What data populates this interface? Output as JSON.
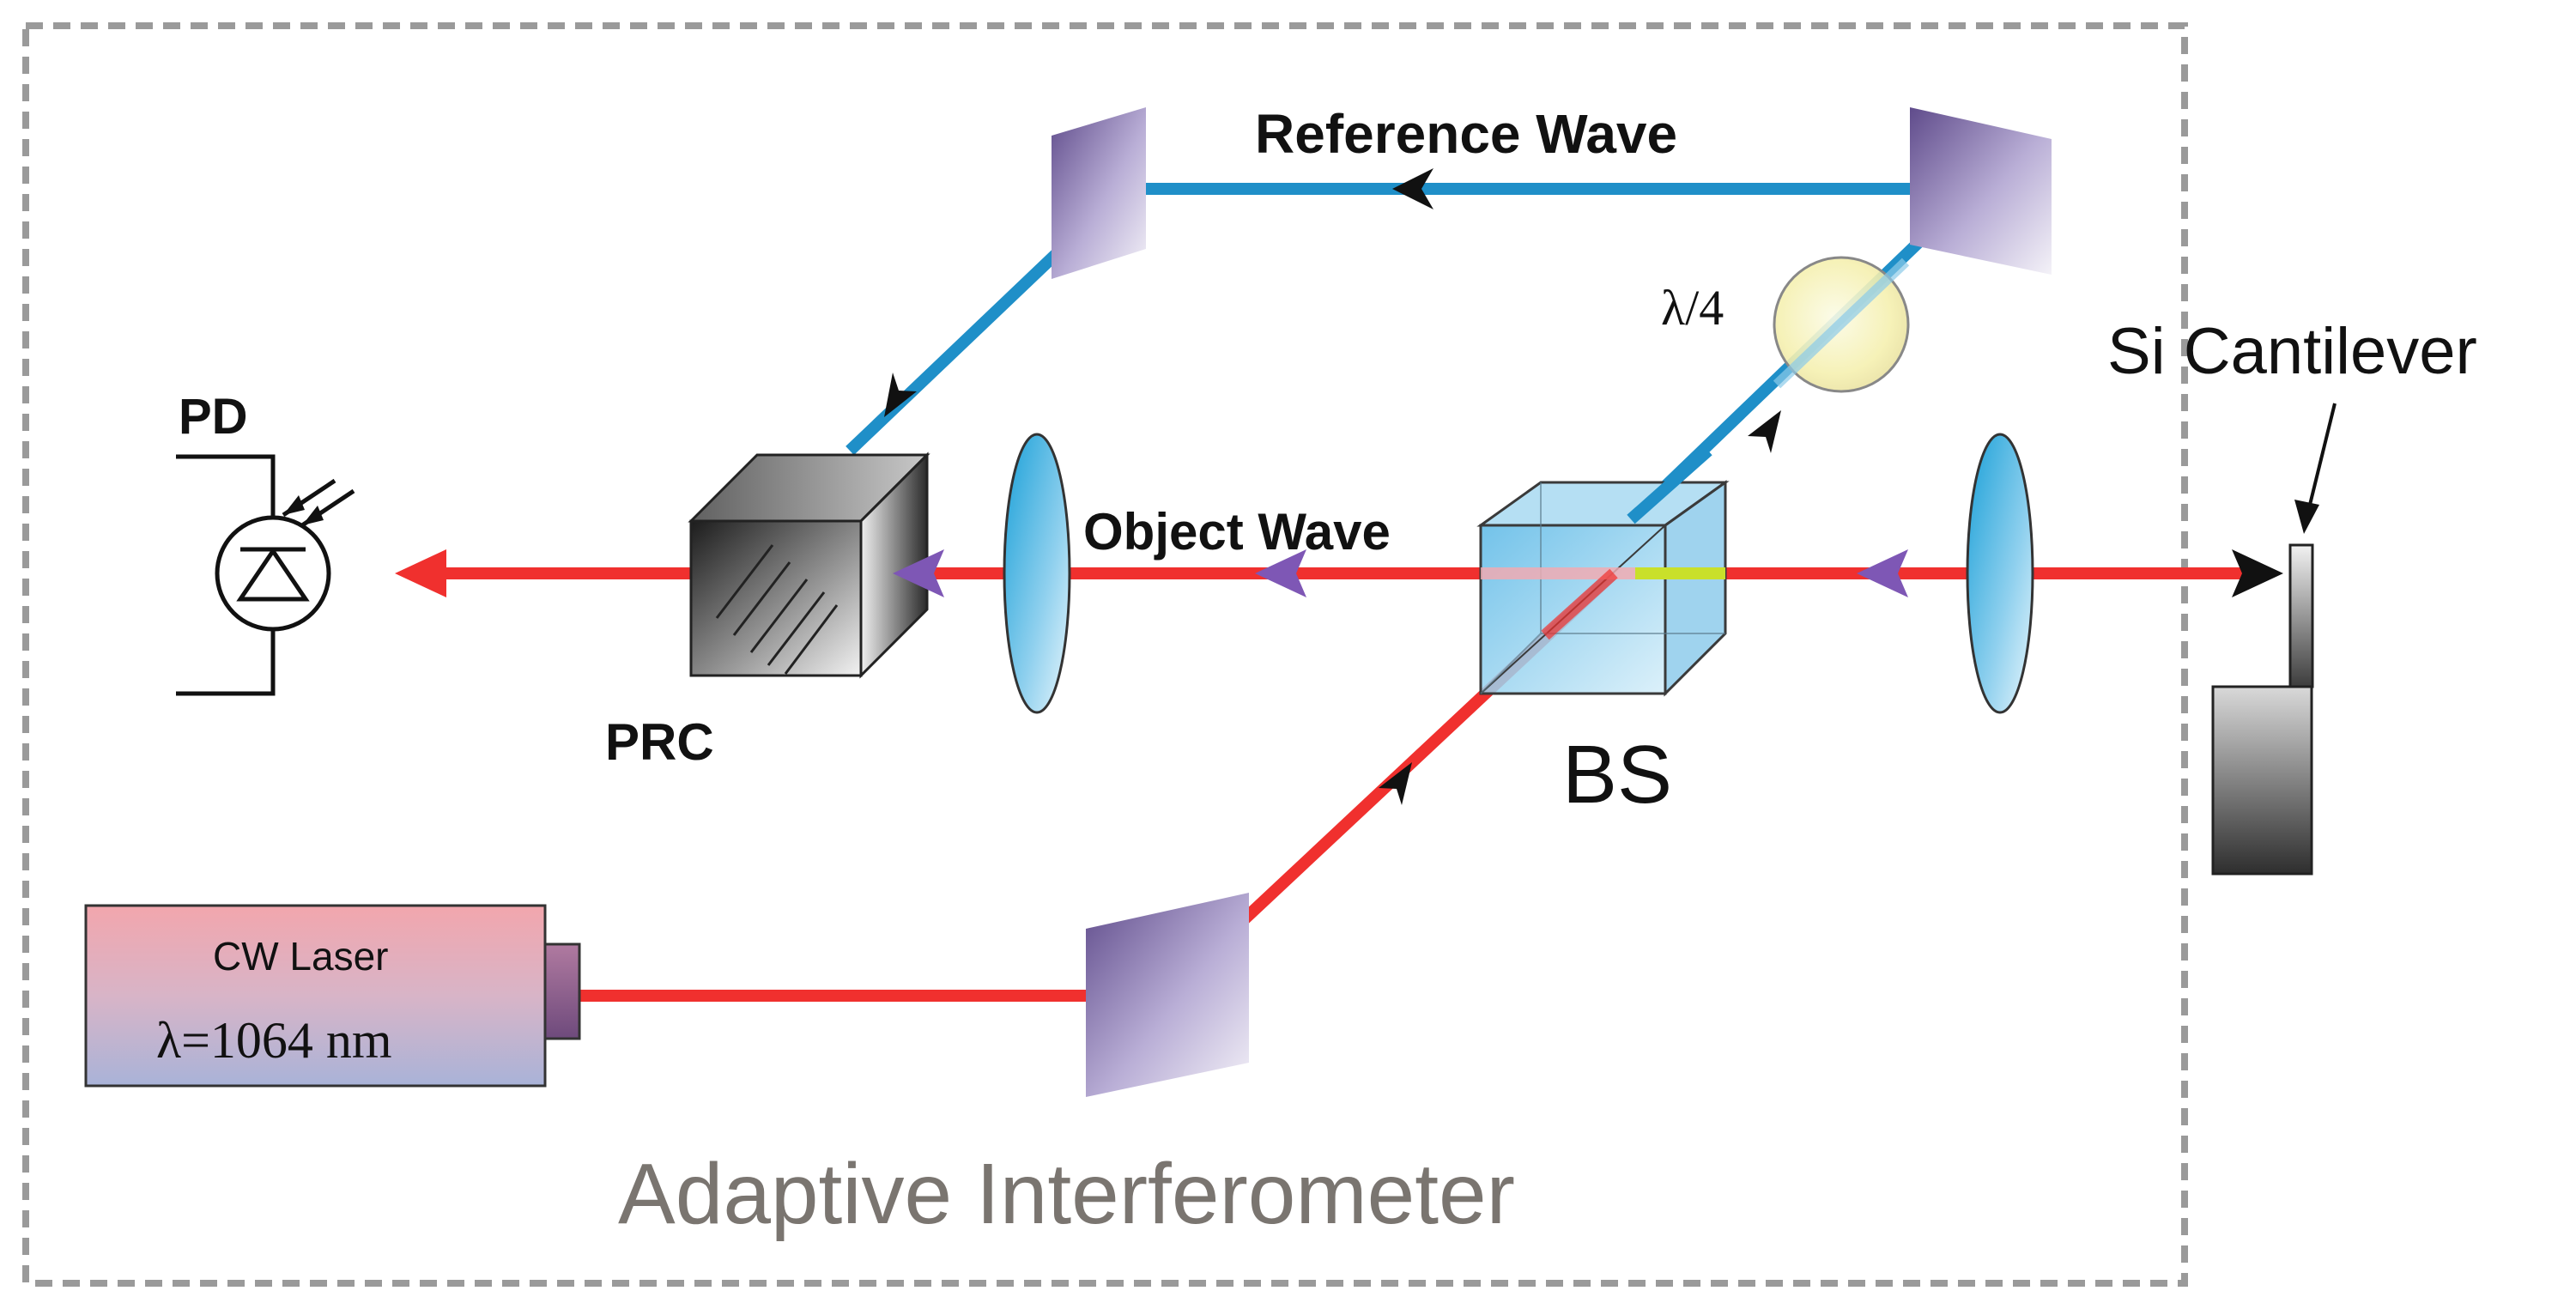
{
  "labels": {
    "reference_wave": "Reference Wave",
    "object_wave": "Object Wave",
    "pd": "PD",
    "prc": "PRC",
    "bs": "BS",
    "quarter_wave": "λ/4",
    "cantilever": "Si Cantilever",
    "laser_name": "CW Laser",
    "laser_wavelength": "λ=1064 nm",
    "frame_title": "Adaptive Interferometer"
  },
  "colors": {
    "object_beam": "#f0302e",
    "reference_beam": "#1f8fc8",
    "arrow_dark": "#111111",
    "arrow_purple": "#7e57b5",
    "frame_dash": "#9a9a9a",
    "title_grey": "#7a7570"
  },
  "icons": [
    "photodiode-icon",
    "mirror-icon",
    "lens-icon",
    "beam-splitter-cube",
    "photorefractive-crystal",
    "wave-plate",
    "laser-source",
    "cantilever"
  ]
}
